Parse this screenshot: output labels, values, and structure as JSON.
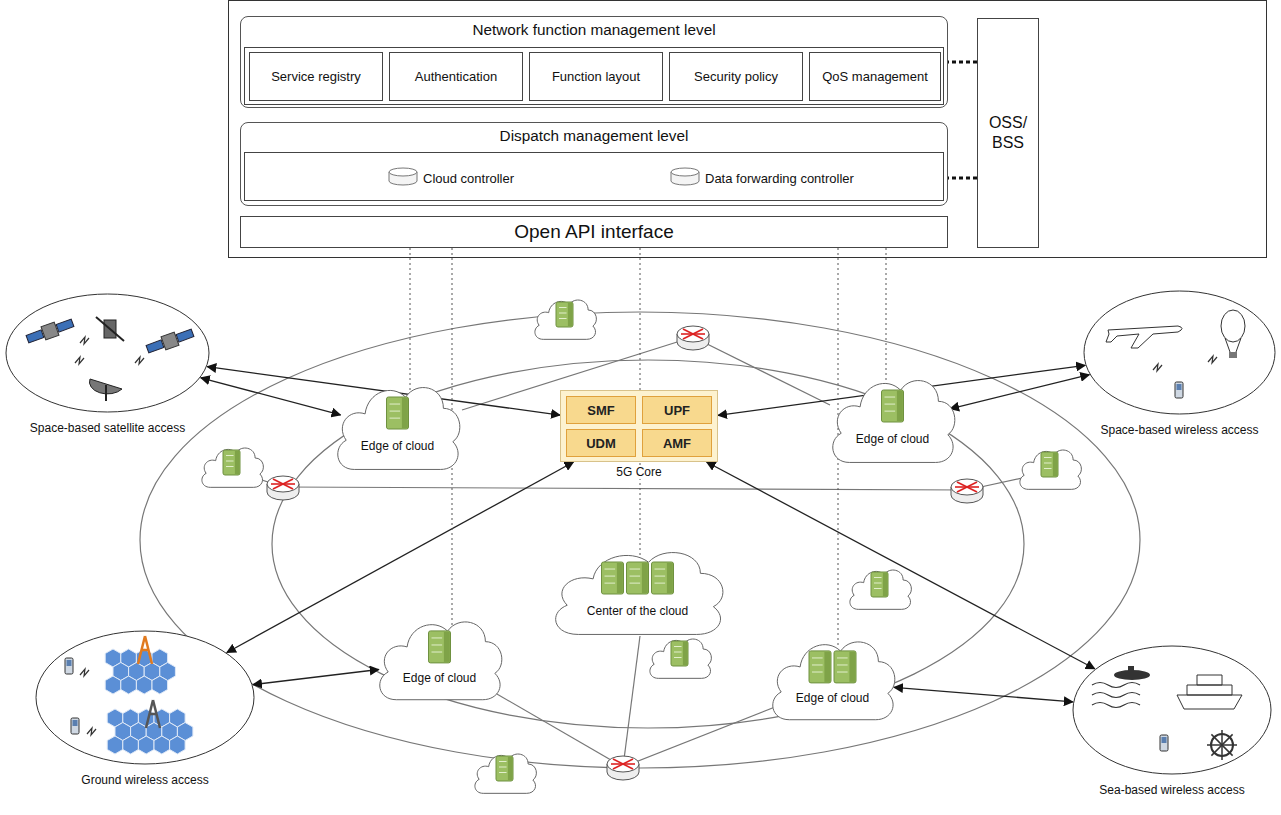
{
  "diagram": {
    "nodes": [
      {
        "text": [
          "Network function management level"
        ]
      },
      {
        "text": [
          "Service registry"
        ],
        "in": 0
      },
      {
        "text": [
          "Authentication"
        ],
        "in": 0
      },
      {
        "text": [
          "Function layout"
        ],
        "in": 0
      },
      {
        "text": [
          "Security policy"
        ],
        "in": 0
      },
      {
        "text": [
          "QoS management"
        ],
        "in": 0
      },
      {
        "text": [
          "Dispatch management level"
        ]
      },
      {
        "text": [
          "Cloud controller"
        ],
        "in": 6
      },
      {
        "text": [
          "Data forwarding controller"
        ],
        "in": 6
      },
      {
        "text": [
          "Open API interface"
        ]
      },
      {
        "text": [
          "OSS/ BSS"
        ]
      },
      {
        "text": [
          "5G Core"
        ]
      },
      {
        "text": [
          "SMF"
        ],
        "in": 11
      },
      {
        "text": [
          "UPF"
        ],
        "in": 11
      },
      {
        "text": [
          "UDM"
        ],
        "in": 11
      },
      {
        "text": [
          "AMF"
        ],
        "in": 11
      },
      {
        "text": [
          "Edge of cloud"
        ]
      },
      {
        "text": [
          "Edge of cloud"
        ]
      },
      {
        "text": [
          "Center of the cloud"
        ]
      },
      {
        "text": [
          "Edge of cloud"
        ]
      },
      {
        "text": [
          "Edge of cloud"
        ]
      },
      {
        "text": [
          "Space-based satellite access"
        ]
      },
      {
        "text": [
          "Space-based wireless access"
        ]
      },
      {
        "text": [
          "Ground wireless access"
        ]
      },
      {
        "text": [
          "Sea-based wireless access"
        ]
      }
    ],
    "edges": [
      {
        "from": 21,
        "to": 11,
        "arrow": "both"
      },
      {
        "from": 21,
        "to": 16,
        "arrow": "both"
      },
      {
        "from": 22,
        "to": 11,
        "arrow": "both"
      },
      {
        "from": 22,
        "to": 17,
        "arrow": "both"
      },
      {
        "from": 23,
        "to": 11,
        "arrow": "both"
      },
      {
        "from": 23,
        "to": 19,
        "arrow": "both"
      },
      {
        "from": 24,
        "to": 11,
        "arrow": "both"
      },
      {
        "from": 24,
        "to": 20,
        "arrow": "both"
      },
      {
        "from": 9,
        "to": 16,
        "arrow": "none"
      },
      {
        "from": 9,
        "to": 19,
        "arrow": "none"
      },
      {
        "from": 9,
        "to": 18,
        "arrow": "none"
      },
      {
        "from": 9,
        "to": 20,
        "arrow": "none"
      },
      {
        "from": 9,
        "to": 17,
        "arrow": "none"
      },
      {
        "from": 10,
        "to": 0,
        "arrow": "none"
      },
      {
        "from": 10,
        "to": 6,
        "arrow": "none"
      }
    ]
  }
}
